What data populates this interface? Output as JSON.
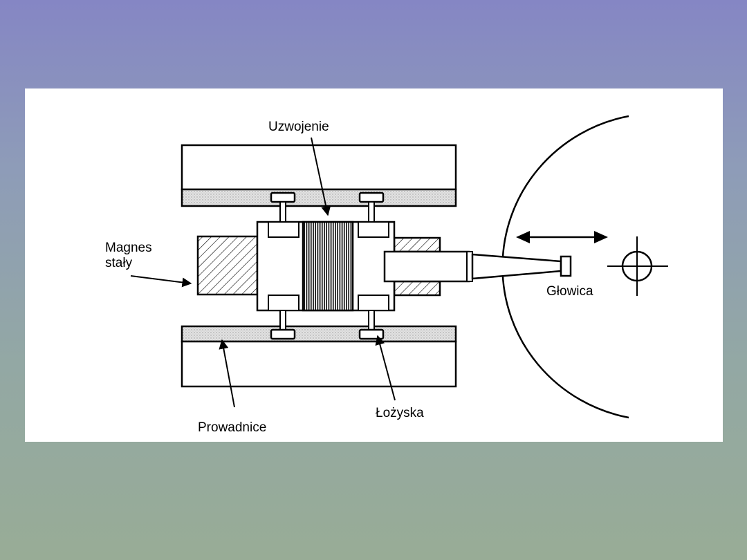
{
  "diagram": {
    "labels": {
      "winding": "Uzwojenie",
      "magnet_line1": "Magnes",
      "magnet_line2": "stały",
      "head": "Głowica",
      "guides": "Prowadnice",
      "bearings": "Łożyska"
    }
  },
  "colors": {
    "background_top": "#8586c4",
    "background_bottom": "#98ac96",
    "figure_background": "#ffffff",
    "ink": "#000000",
    "guide_strip": "#d9d9d9"
  }
}
